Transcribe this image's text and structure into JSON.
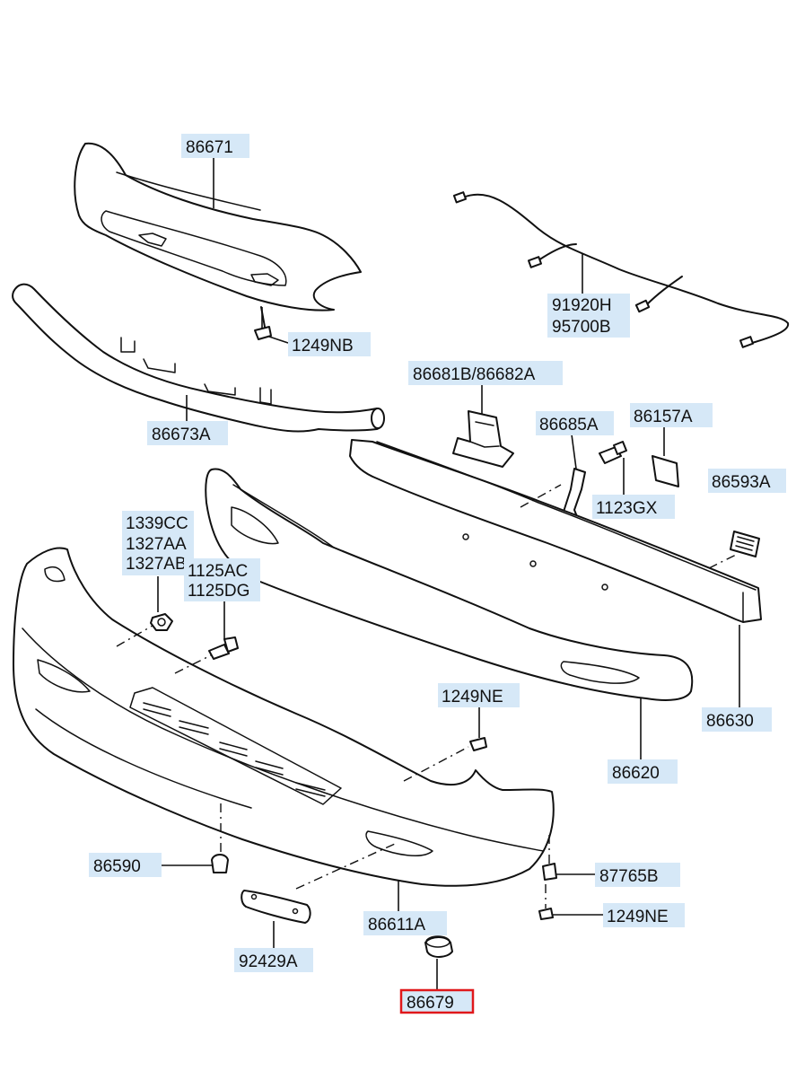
{
  "callouts": [
    {
      "id": "86671",
      "lines": [
        "86671"
      ]
    },
    {
      "id": "1249NB",
      "lines": [
        "1249NB"
      ]
    },
    {
      "id": "86673A",
      "lines": [
        "86673A"
      ]
    },
    {
      "id": "91920H",
      "lines": [
        "91920H",
        "95700B"
      ]
    },
    {
      "id": "86681B",
      "lines": [
        "86681B/86682A"
      ]
    },
    {
      "id": "86685A",
      "lines": [
        "86685A"
      ]
    },
    {
      "id": "86157A",
      "lines": [
        "86157A"
      ]
    },
    {
      "id": "1123GX",
      "lines": [
        "1123GX"
      ]
    },
    {
      "id": "86593A",
      "lines": [
        "86593A"
      ]
    },
    {
      "id": "1339CC",
      "lines": [
        "1339CC",
        "1327AA",
        "1327AB"
      ]
    },
    {
      "id": "1125AC",
      "lines": [
        "1125AC",
        "1125DG"
      ]
    },
    {
      "id": "86630",
      "lines": [
        "86630"
      ]
    },
    {
      "id": "1249NE_top",
      "lines": [
        "1249NE"
      ]
    },
    {
      "id": "86620",
      "lines": [
        "86620"
      ]
    },
    {
      "id": "86590",
      "lines": [
        "86590"
      ]
    },
    {
      "id": "87765B",
      "lines": [
        "87765B"
      ]
    },
    {
      "id": "1249NE_bot",
      "lines": [
        "1249NE"
      ]
    },
    {
      "id": "86611A",
      "lines": [
        "86611A"
      ]
    },
    {
      "id": "92429A",
      "lines": [
        "92429A"
      ]
    },
    {
      "id": "86679",
      "lines": [
        "86679"
      ],
      "highlighted": true
    }
  ],
  "colors": {
    "label_background": "#d6e8f7",
    "highlight_border": "#e0181b",
    "line_art": "#111111",
    "background": "#ffffff"
  }
}
